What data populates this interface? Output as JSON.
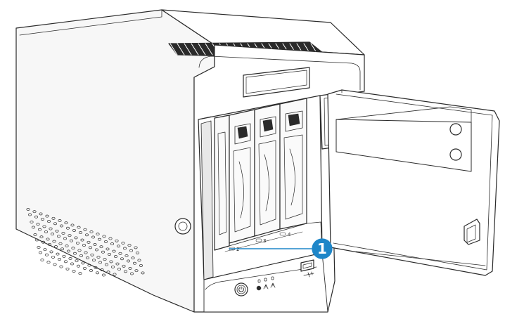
{
  "bays": {
    "bay_2_label": "2",
    "bay_3_label": "3",
    "bay_4_label": "4"
  },
  "callout": {
    "number": "1",
    "color": "#1e86c8"
  },
  "icons": {
    "power": "power-button-icon",
    "lan": "network-icon",
    "usb": "usb3-icon",
    "lock": "drive-lock-icon"
  }
}
